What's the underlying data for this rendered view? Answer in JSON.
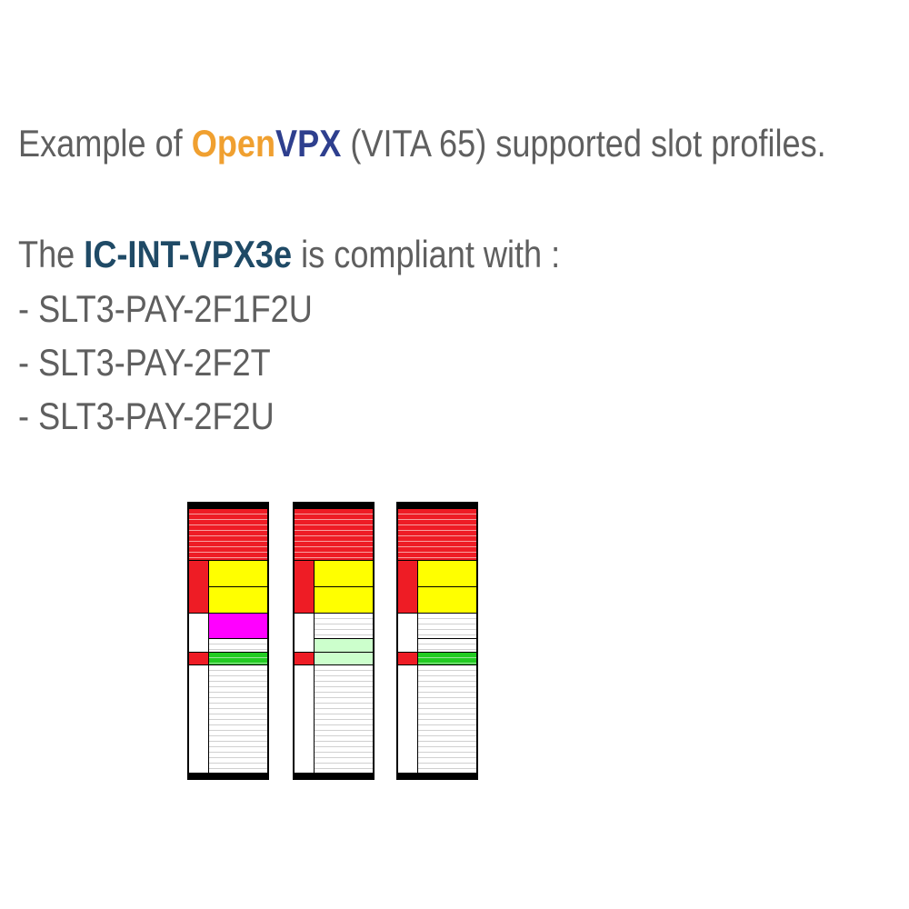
{
  "intro": {
    "prefix": "Example of ",
    "brand_open": "Open",
    "brand_vpx": "VPX",
    "suffix": " (VITA 65) supported slot profiles."
  },
  "compliance": {
    "prefix": "The ",
    "product": "IC-INT-VPX3e",
    "suffix": " is compliant with :",
    "profiles": [
      "- SLT3-PAY-2F1F2U",
      "- SLT3-PAY-2F2T",
      "- SLT3-PAY-2F2U"
    ]
  },
  "colors": {
    "brand_open": "#f0a030",
    "brand_vpx": "#2e3f8e",
    "product": "#1f4a66",
    "red": "#ee1c25",
    "yellow": "#ffff00",
    "magenta": "#ff00ff",
    "green": "#22cc22",
    "light_green": "#ccffcc"
  }
}
